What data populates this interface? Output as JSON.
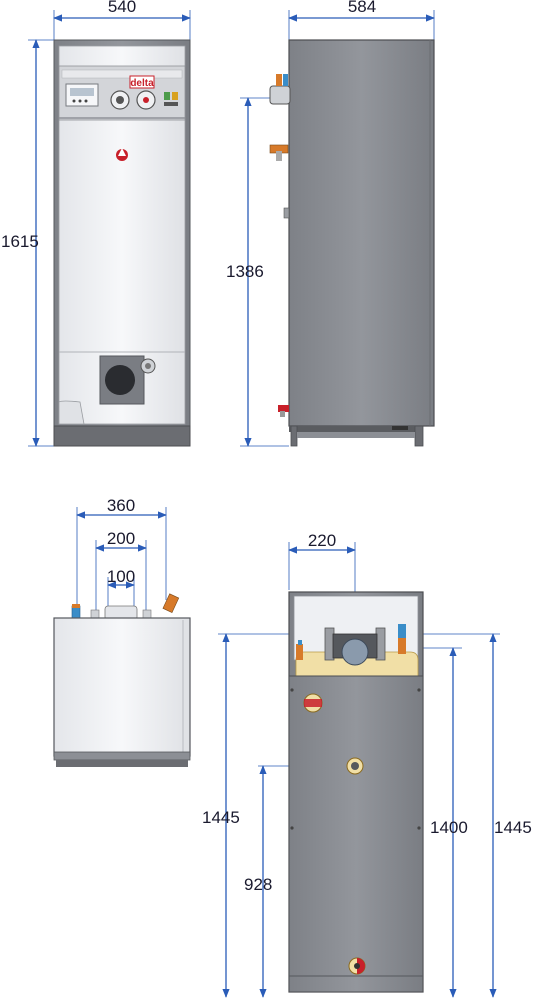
{
  "front_view": {
    "width_label": "540",
    "height_label": "1615",
    "brand_label": "delta"
  },
  "side_view": {
    "width_label": "584",
    "height_label": "1386"
  },
  "top_view": {
    "width_outer_label": "360",
    "width_mid_label": "200",
    "width_inner_label": "100"
  },
  "rear_view": {
    "top_offset_label": "220",
    "height_left_label": "1445",
    "height_lower_label": "928",
    "height_mid_label": "1400",
    "height_right_label": "1445"
  },
  "colors": {
    "dimension_line": "#2a5cb8",
    "cabinet_white": "#f1f2f5",
    "cabinet_grey": "#8c8f95",
    "base_grey": "#6b6d72",
    "brand_red": "#c8202a",
    "insulation_yellow": "#f1dfa6"
  }
}
